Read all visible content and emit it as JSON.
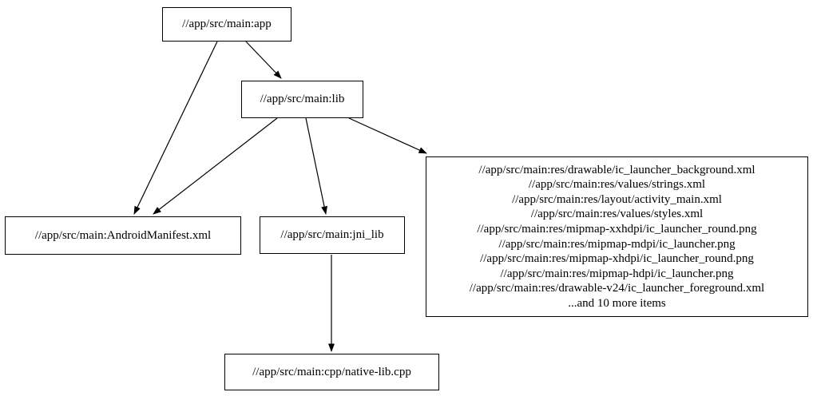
{
  "diagram": {
    "type": "directed-graph",
    "background_color": "#ffffff",
    "node_fill_color": "#ffffff",
    "node_border_color": "#000000",
    "edge_color": "#000000",
    "text_color": "#000000",
    "nodes": [
      {
        "id": "app",
        "label": "//app/src/main:app"
      },
      {
        "id": "lib",
        "label": "//app/src/main:lib"
      },
      {
        "id": "manifest",
        "label": "//app/src/main:AndroidManifest.xml"
      },
      {
        "id": "jni_lib",
        "label": "//app/src/main:jni_lib"
      },
      {
        "id": "res_group",
        "label": [
          "//app/src/main:res/drawable/ic_launcher_background.xml",
          "//app/src/main:res/values/strings.xml",
          "//app/src/main:res/layout/activity_main.xml",
          "//app/src/main:res/values/styles.xml",
          "//app/src/main:res/mipmap-xxhdpi/ic_launcher_round.png",
          "//app/src/main:res/mipmap-mdpi/ic_launcher.png",
          "//app/src/main:res/mipmap-xhdpi/ic_launcher_round.png",
          "//app/src/main:res/mipmap-hdpi/ic_launcher.png",
          "//app/src/main:res/drawable-v24/ic_launcher_foreground.xml",
          "...and 10 more items"
        ]
      },
      {
        "id": "native_lib",
        "label": "//app/src/main:cpp/native-lib.cpp"
      }
    ],
    "edges": [
      {
        "from": "app",
        "to": "lib"
      },
      {
        "from": "app",
        "to": "manifest"
      },
      {
        "from": "lib",
        "to": "manifest"
      },
      {
        "from": "lib",
        "to": "jni_lib"
      },
      {
        "from": "lib",
        "to": "res_group"
      },
      {
        "from": "jni_lib",
        "to": "native_lib"
      }
    ]
  }
}
